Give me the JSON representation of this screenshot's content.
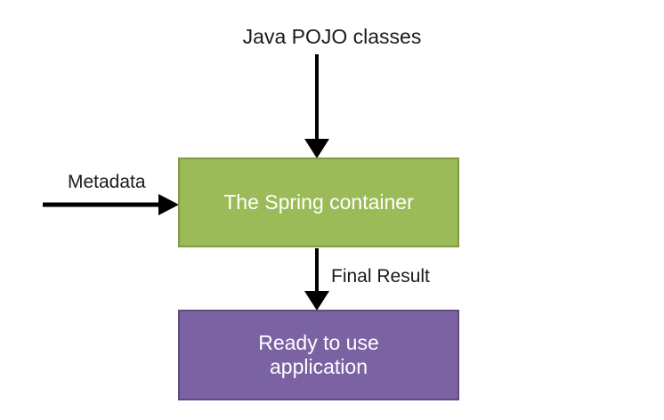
{
  "diagram": {
    "title_label": "Java POJO classes",
    "background_color": "#ffffff",
    "nodes": [
      {
        "id": "spring-container",
        "label": "The Spring container",
        "fill_color": "#9BBB59",
        "border_color": "#7E9B40",
        "text_color": "#FFFFFF"
      },
      {
        "id": "ready-application",
        "label_line1": "Ready to use",
        "label_line2": "application",
        "fill_color": "#7B62A3",
        "border_color": "#5F4A80",
        "text_color": "#FFFFFF"
      }
    ],
    "edges": [
      {
        "id": "pojo-to-container",
        "label": "Java POJO classes",
        "direction": "down",
        "color": "#000000"
      },
      {
        "id": "metadata-to-container",
        "label": "Metadata",
        "direction": "right",
        "color": "#000000"
      },
      {
        "id": "container-to-application",
        "label": "Final Result",
        "direction": "down",
        "color": "#000000"
      }
    ]
  }
}
